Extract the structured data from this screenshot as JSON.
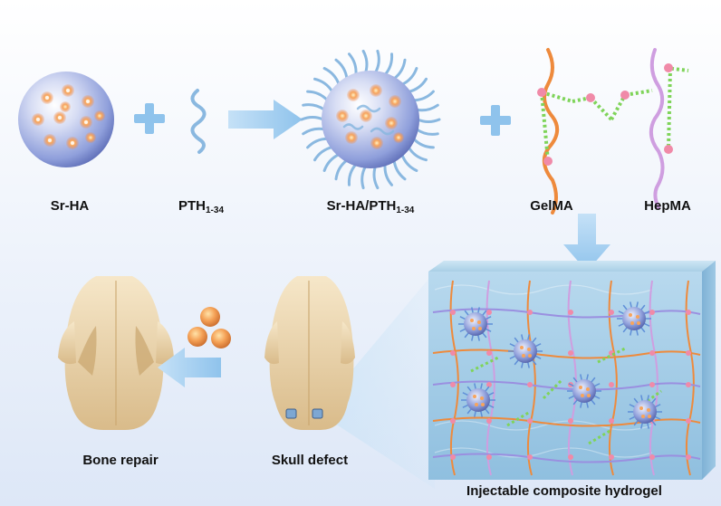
{
  "labels": {
    "sr_ha": "Sr-HA",
    "pth_base": "PTH",
    "pth_sub": "1-34",
    "combo_base": "Sr-HA/PTH",
    "combo_sub": "1-34",
    "gelma": "GelMA",
    "hepma": "HepMA",
    "bone_repair": "Bone repair",
    "skull_defect": "Skull defect",
    "hydrogel": "Injectable composite hydrogel"
  },
  "colors": {
    "background_top": "#ffffff",
    "background_bottom": "#dde7f7",
    "arrow": "#8fc3ec",
    "plus": "#8fc3ec",
    "sphere": "#9eaee6",
    "particle": "#f08a4b",
    "peptide": "#8ab8e0",
    "gelma_chain": "#ee8a3c",
    "hepma_chain": "#cf9ee0",
    "crosslink": "#7fd45a",
    "bead": "#f08aa8",
    "hydrogel": "#a9cfe6",
    "skull": "#efd9b3",
    "label_text": "#111111"
  },
  "icons": {
    "sphere": "nanoparticle-sphere-icon",
    "skull": "skull-icon",
    "arrow": "process-arrow-icon",
    "plus": "plus-icon"
  }
}
